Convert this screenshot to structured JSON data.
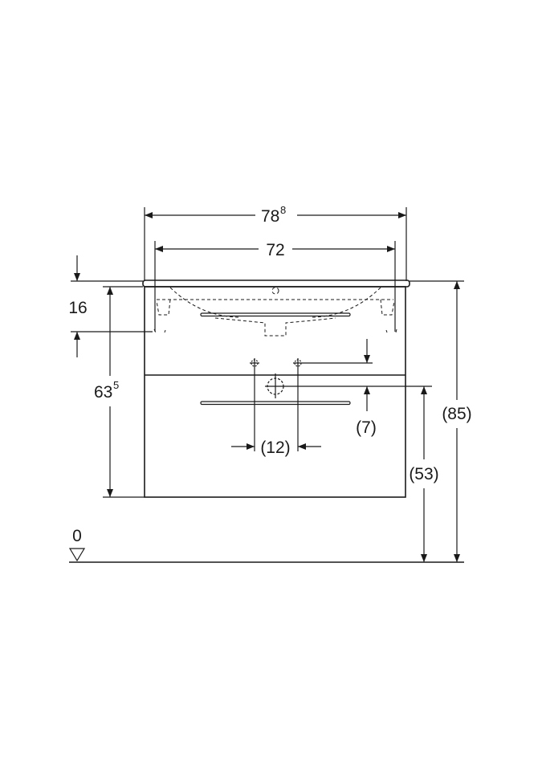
{
  "drawing": {
    "width_overall": {
      "main": "78",
      "sup": "8"
    },
    "width_basin": "72",
    "basin_depth": "16",
    "cabinet_height": {
      "main": "63",
      "sup": "5"
    },
    "drain_offset": "(7)",
    "tap_spacing": "(12)",
    "drain_height": "(53)",
    "total_height": "(85)",
    "floor_level": "0"
  },
  "colors": {
    "line": "#1a1a1a",
    "background": "#ffffff"
  }
}
